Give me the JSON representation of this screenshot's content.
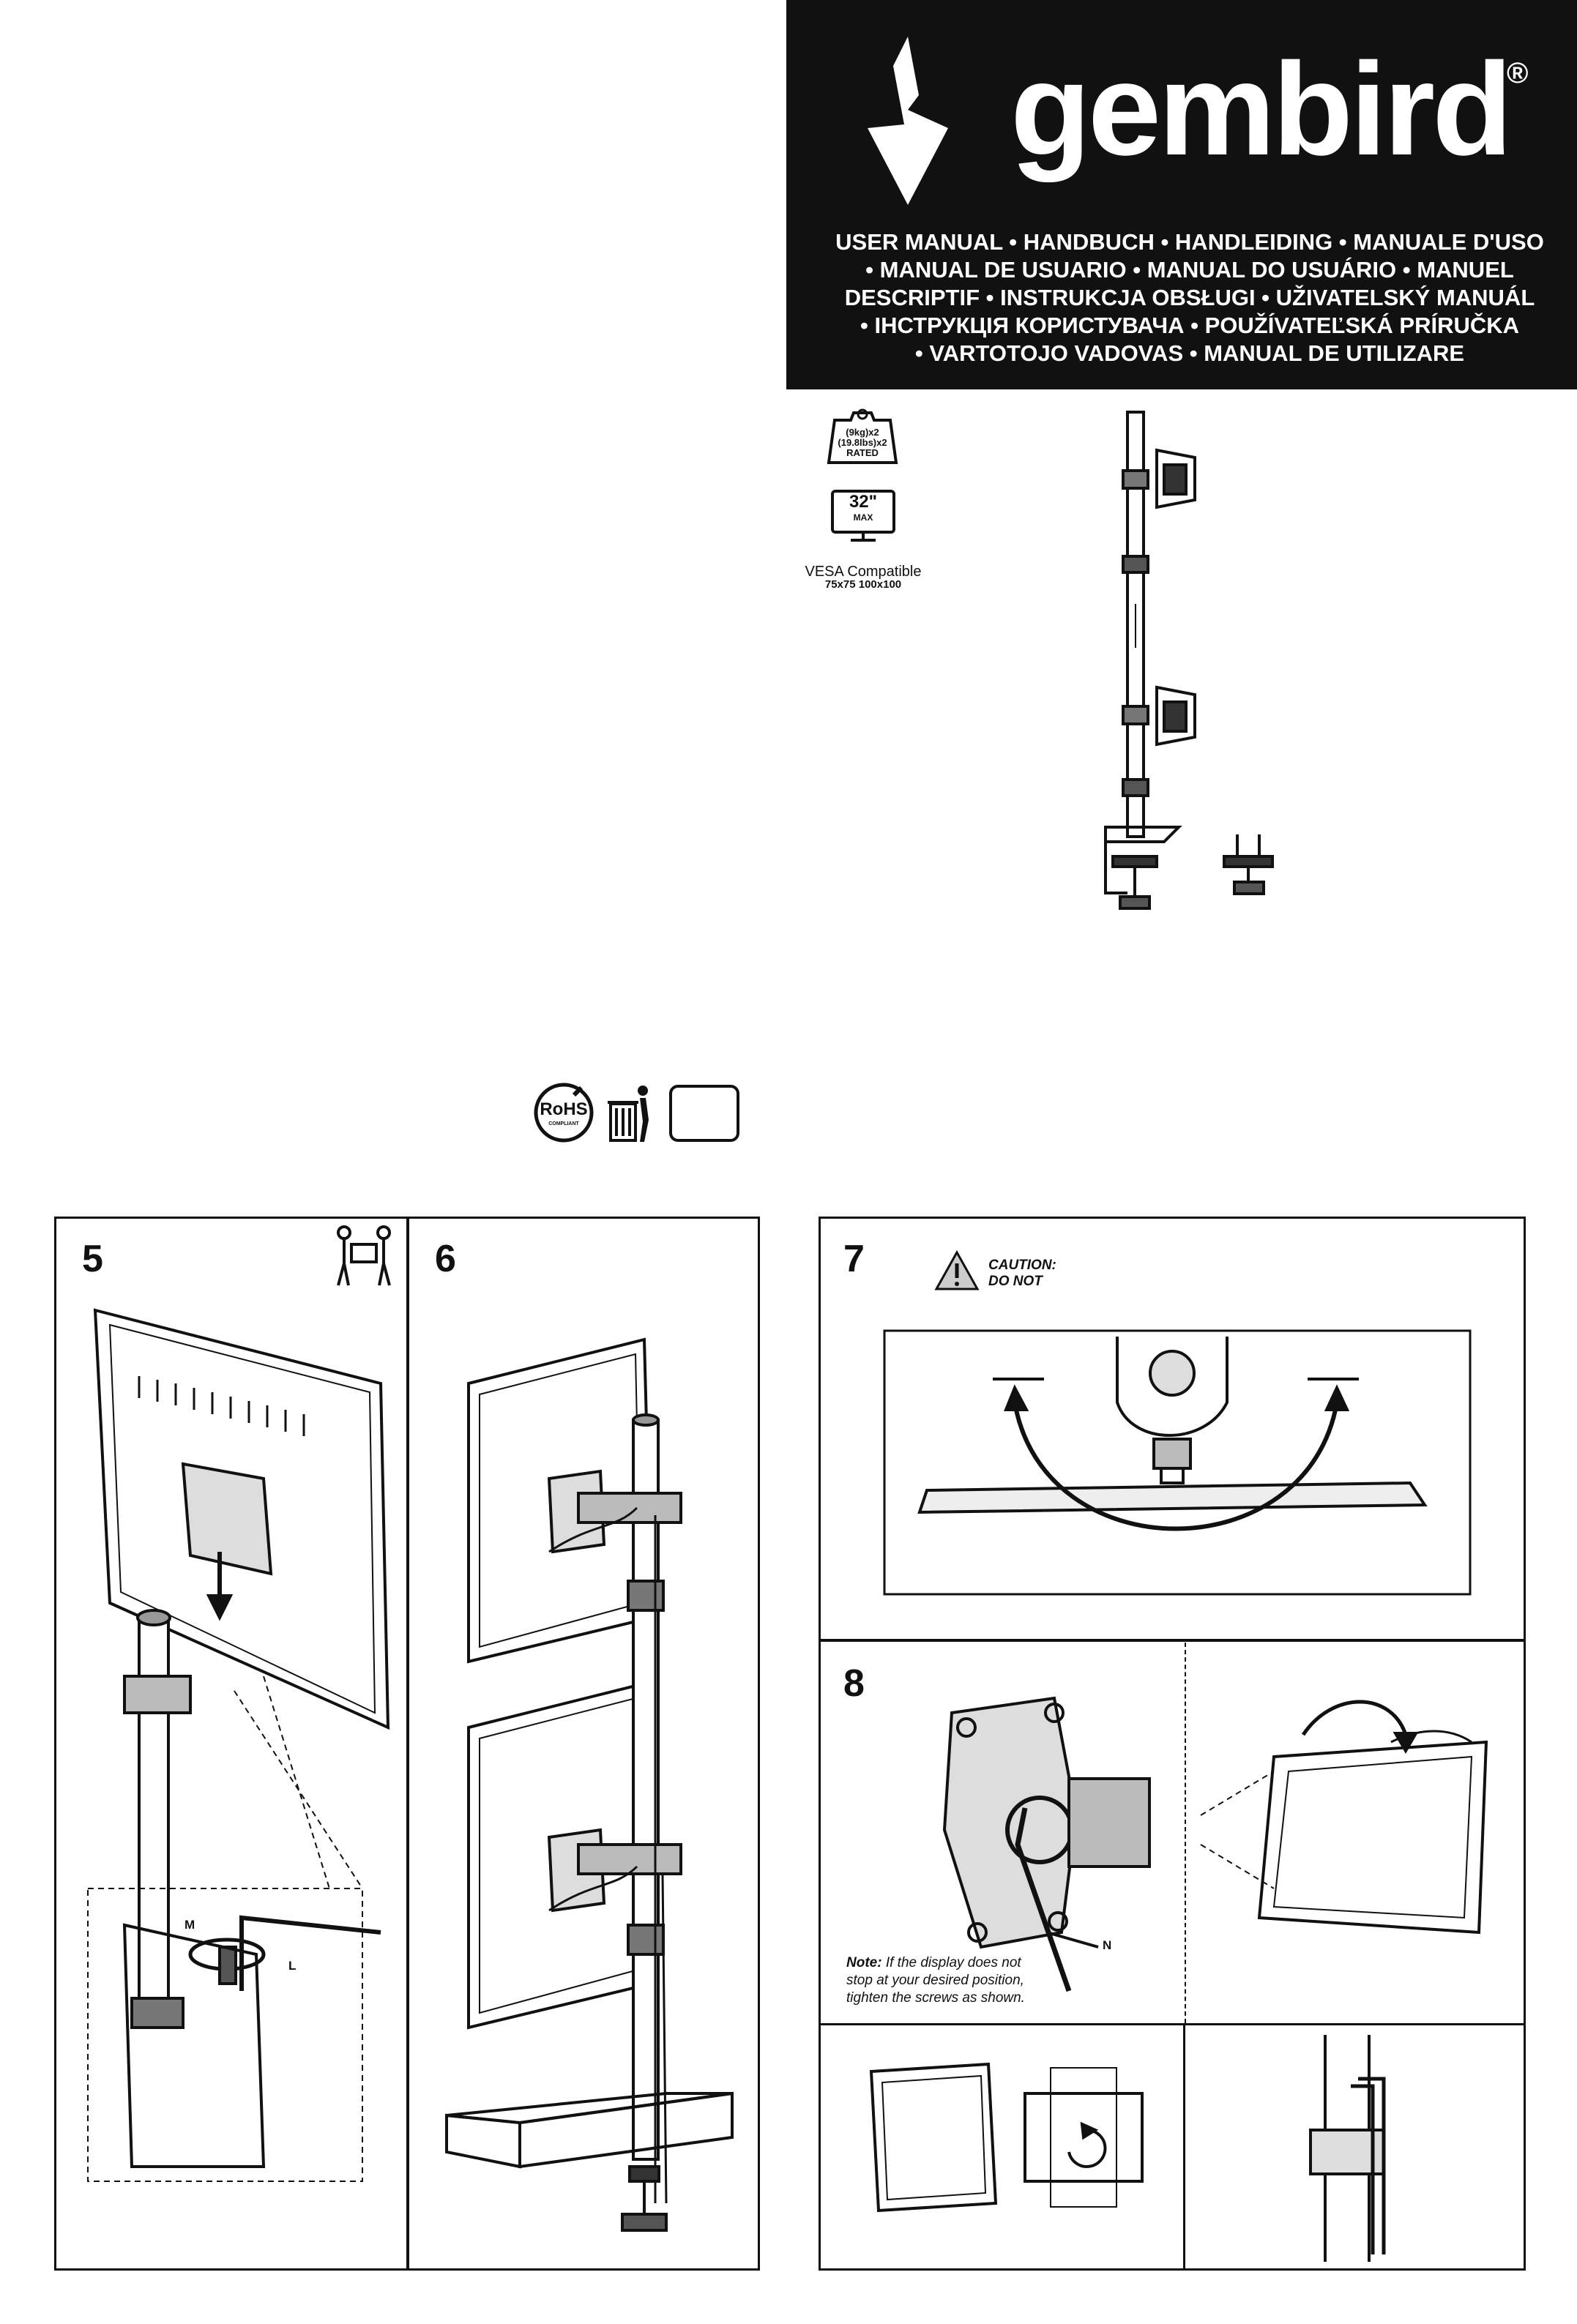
{
  "brand": {
    "name": "gembird",
    "registered_mark": "®"
  },
  "manual_titles": [
    "USER MANUAL • HANDBUCH • HANDLEIDING • MANUALE D'USO",
    "• MANUAL DE USUARIO • MANUAL DO USUÁRIO • MANUEL",
    "DESCRIPTIF • INSTRUKCJA OBSŁUGI • UŽIVATELSKÝ MANUÁL",
    "• ІНСТРУКЦІЯ КОРИСТУВАЧА • POUŽÍVATEĽSKÁ PRÍRUČKA",
    "• VARTOTOJO VADOVAS • MANUAL DE UTILIZARE"
  ],
  "specs": {
    "weight_line1": "(9kg)x2",
    "weight_line2": "(19.8lbs)x2",
    "weight_line3": "RATED",
    "screen_size": "32\"",
    "screen_max": "MAX",
    "vesa_label": "VESA Compatible",
    "vesa_sizes": "75x75 100x100"
  },
  "compliance": {
    "rohs": "RoHS",
    "rohs_sub": "COMPLIANT"
  },
  "steps": {
    "s5": {
      "number": "5",
      "label_m": "M",
      "label_l": "L"
    },
    "s6": {
      "number": "6"
    },
    "s7": {
      "number": "7",
      "caution_line1": "CAUTION:",
      "caution_line2": "DO NOT"
    },
    "s8": {
      "number": "8",
      "label_n": "N",
      "note_prefix": "Note:",
      "note_line1": " If the display does not",
      "note_line2": "stop at your desired position,",
      "note_line3": "tighten the screws as shown."
    }
  },
  "colors": {
    "banner": "#111111",
    "line": "#111111",
    "paper": "#ffffff"
  }
}
